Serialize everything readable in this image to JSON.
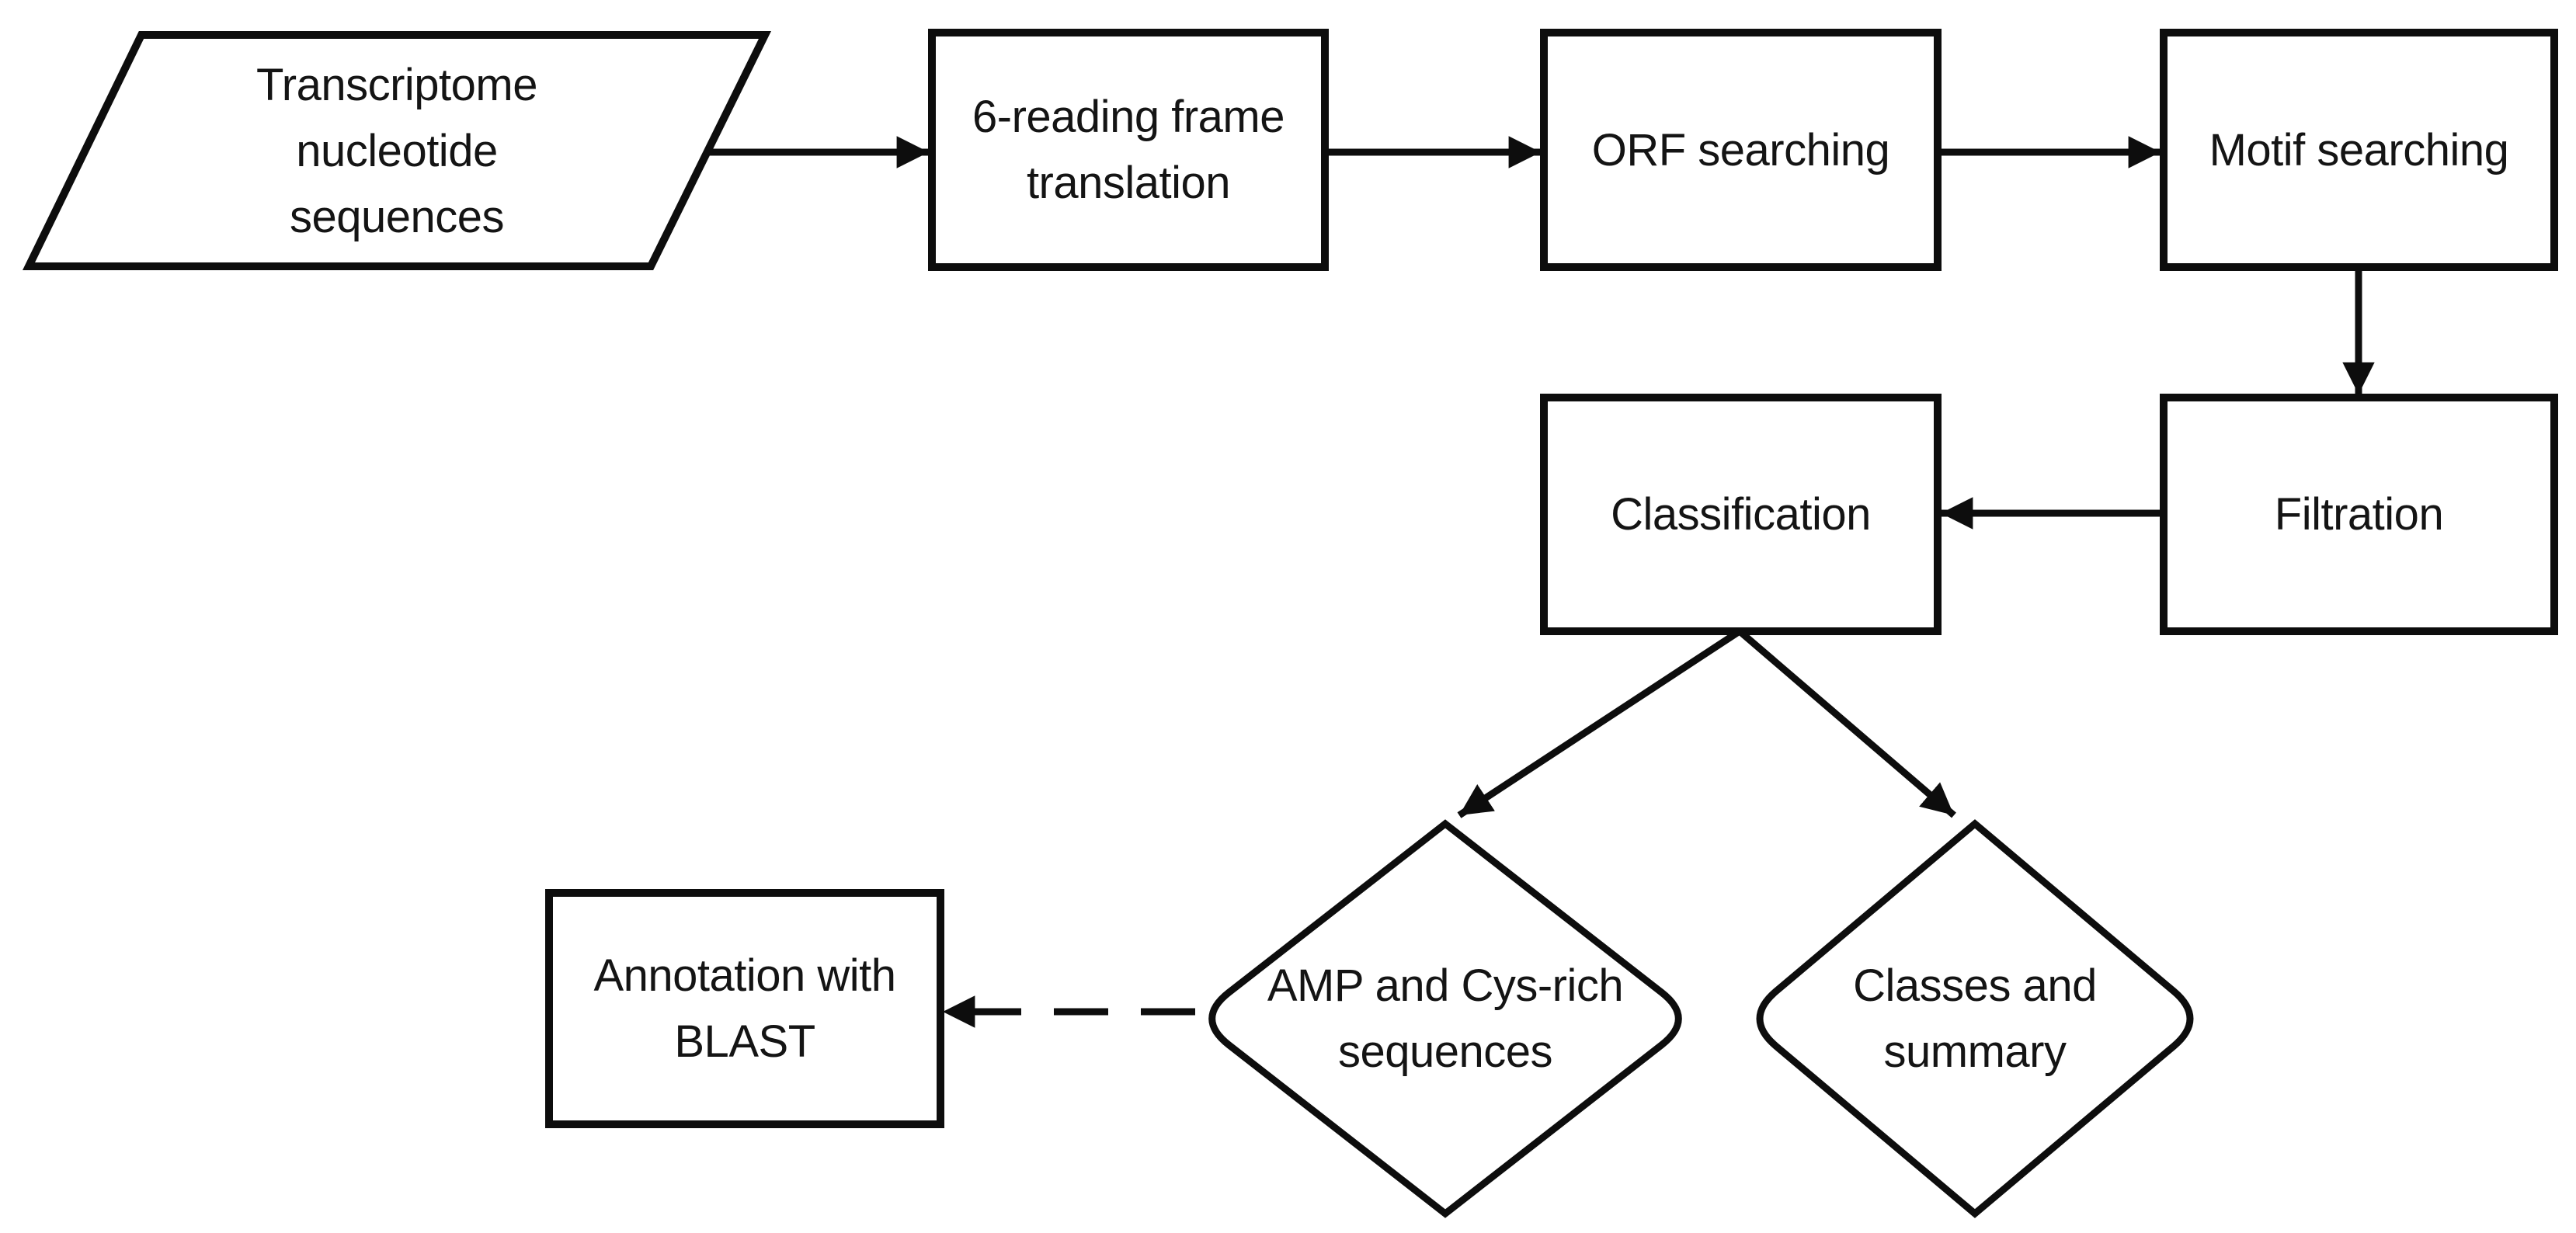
{
  "figure": {
    "type": "flowchart",
    "colors": {
      "background": "#ffffff",
      "stroke": "#0d0d0d",
      "text": "#141414"
    },
    "nodes": {
      "transcriptome": {
        "shape": "parallelogram",
        "label": "Transcriptome nucleotide sequences",
        "lines": [
          "Transcriptome",
          "nucleotide",
          "sequences"
        ]
      },
      "translation": {
        "shape": "rectangle",
        "label": "6-reading frame translation",
        "lines": [
          "6-reading frame",
          "translation"
        ]
      },
      "orf": {
        "shape": "rectangle",
        "label": "ORF searching",
        "lines": [
          "ORF searching"
        ]
      },
      "motif": {
        "shape": "rectangle",
        "label": "Motif searching",
        "lines": [
          "Motif searching"
        ]
      },
      "filtration": {
        "shape": "rectangle",
        "label": "Filtration",
        "lines": [
          "Filtration"
        ]
      },
      "classification": {
        "shape": "rectangle",
        "label": "Classification",
        "lines": [
          "Classification"
        ]
      },
      "amp": {
        "shape": "diamond",
        "label": "AMP and Cys-rich sequences",
        "lines": [
          "AMP and Cys-rich",
          "sequences"
        ]
      },
      "classes": {
        "shape": "diamond",
        "label": "Classes and summary",
        "lines": [
          "Classes and",
          "summary"
        ]
      },
      "annotation": {
        "shape": "rectangle",
        "label": "Annotation with BLAST",
        "lines": [
          "Annotation with",
          "BLAST"
        ]
      }
    },
    "edges": [
      {
        "from": "transcriptome",
        "to": "translation",
        "style": "solid-arrow"
      },
      {
        "from": "translation",
        "to": "orf",
        "style": "solid-arrow"
      },
      {
        "from": "orf",
        "to": "motif",
        "style": "solid-arrow"
      },
      {
        "from": "motif",
        "to": "filtration",
        "style": "solid-arrow"
      },
      {
        "from": "filtration",
        "to": "classification",
        "style": "solid-arrow"
      },
      {
        "from": "classification",
        "to": "amp",
        "style": "solid-arrow"
      },
      {
        "from": "classification",
        "to": "classes",
        "style": "solid-arrow"
      },
      {
        "from": "amp",
        "to": "annotation",
        "style": "dashed-arrow"
      }
    ]
  }
}
